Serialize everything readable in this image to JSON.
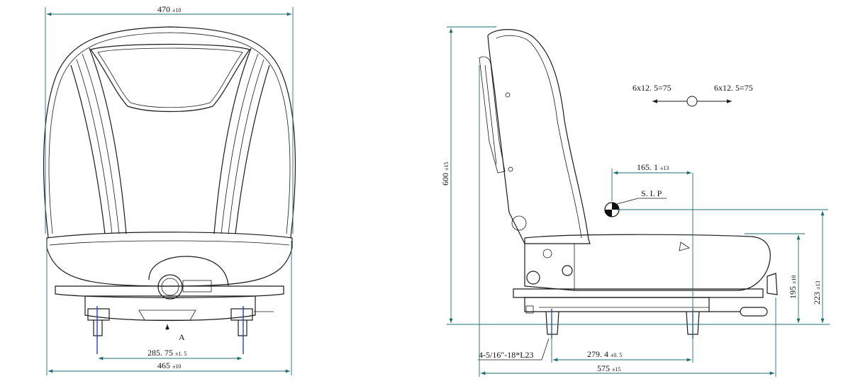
{
  "front_view": {
    "top_width": {
      "value": "470",
      "tol": "±10"
    },
    "mount_spacing": {
      "value": "285. 75",
      "tol": "±1. 5"
    },
    "base_width": {
      "value": "465",
      "tol": "±10"
    },
    "view_arrow_label": "A"
  },
  "side_view": {
    "height": {
      "value": "600",
      "tol": "±15"
    },
    "slide_adjust": {
      "left": "6x12. 5=75",
      "right": "6x12. 5=75"
    },
    "sip_offset": {
      "value": "165. 1",
      "tol": "±13"
    },
    "sip_label": "S. I. P",
    "sip_height": {
      "value": "223",
      "tol": "±13"
    },
    "cushion_height": {
      "value": "195",
      "tol": "±10"
    },
    "bolt_spec": "4-5/16\"-18*L23",
    "rail_spacing": {
      "value": "279. 4",
      "tol": "±0. 5"
    },
    "overall_length": {
      "value": "575",
      "tol": "±15"
    }
  },
  "colors": {
    "dimension": "#1e6e72",
    "mount_axis": "#2a3fc0",
    "outline": "#1a1a1a"
  }
}
